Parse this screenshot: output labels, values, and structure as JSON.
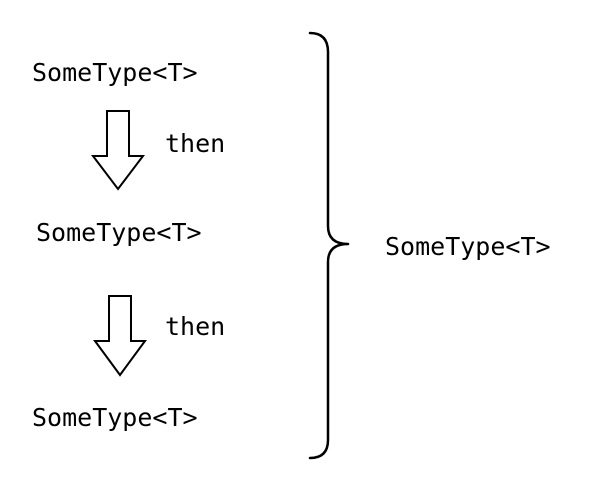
{
  "diagram": {
    "steps": [
      {
        "label": "SomeType<T>"
      },
      {
        "label": "SomeType<T>"
      },
      {
        "label": "SomeType<T>"
      }
    ],
    "connectors": [
      {
        "label": "then"
      },
      {
        "label": "then"
      }
    ],
    "result": {
      "label": "SomeType<T>"
    }
  }
}
